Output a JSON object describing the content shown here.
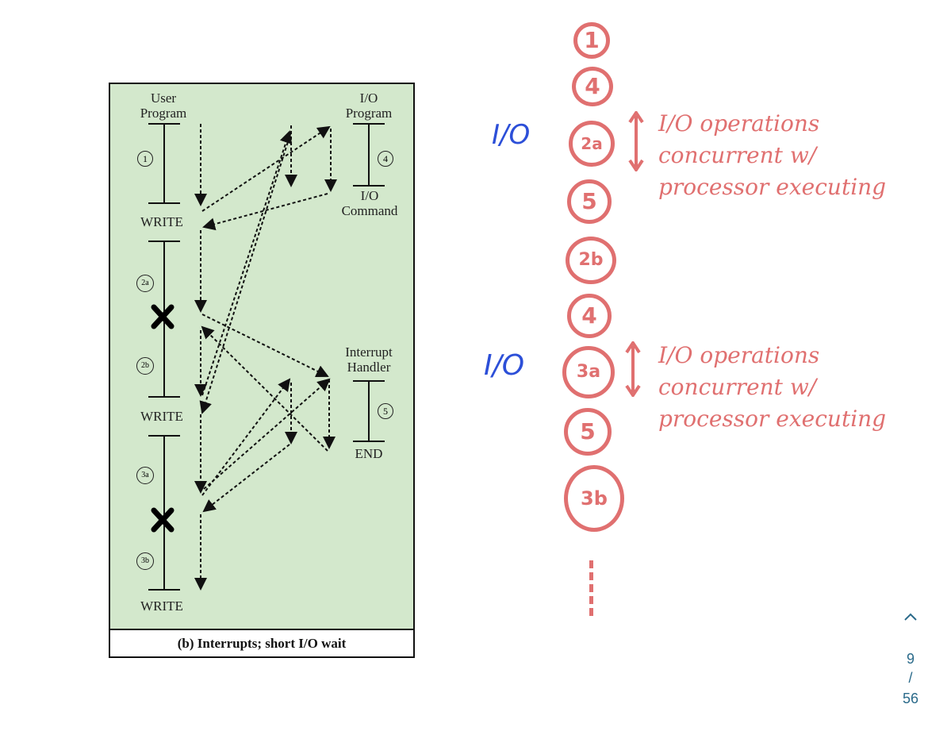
{
  "figure": {
    "caption": "(b) Interrupts; short I/O wait",
    "user_program_title": "User\nProgram",
    "io_program_title": "I/O\nProgram",
    "io_command_label": "I/O\nCommand",
    "interrupt_handler_title": "Interrupt\nHandler",
    "write_label": "WRITE",
    "end_label": "END",
    "step_1": "1",
    "step_2a": "2a",
    "step_2b": "2b",
    "step_3a": "3a",
    "step_3b": "3b",
    "step_4": "4",
    "step_5": "5"
  },
  "annotations": {
    "io_marker_1": "I/O",
    "io_marker_2": "I/O",
    "sequence": [
      "1",
      "4",
      "2a",
      "5",
      "2b",
      "4",
      "3a",
      "5",
      "3b"
    ],
    "note_1": "I/O operations concurrent w/ processor executing",
    "note_2": "I/O operations concurrent w/ processor executing",
    "ink_blue": "#2c4fd8",
    "ink_red": "#e07070"
  },
  "pager": {
    "up_icon": "chevron-up-icon",
    "current": "9",
    "separator": "/",
    "total": "56"
  }
}
